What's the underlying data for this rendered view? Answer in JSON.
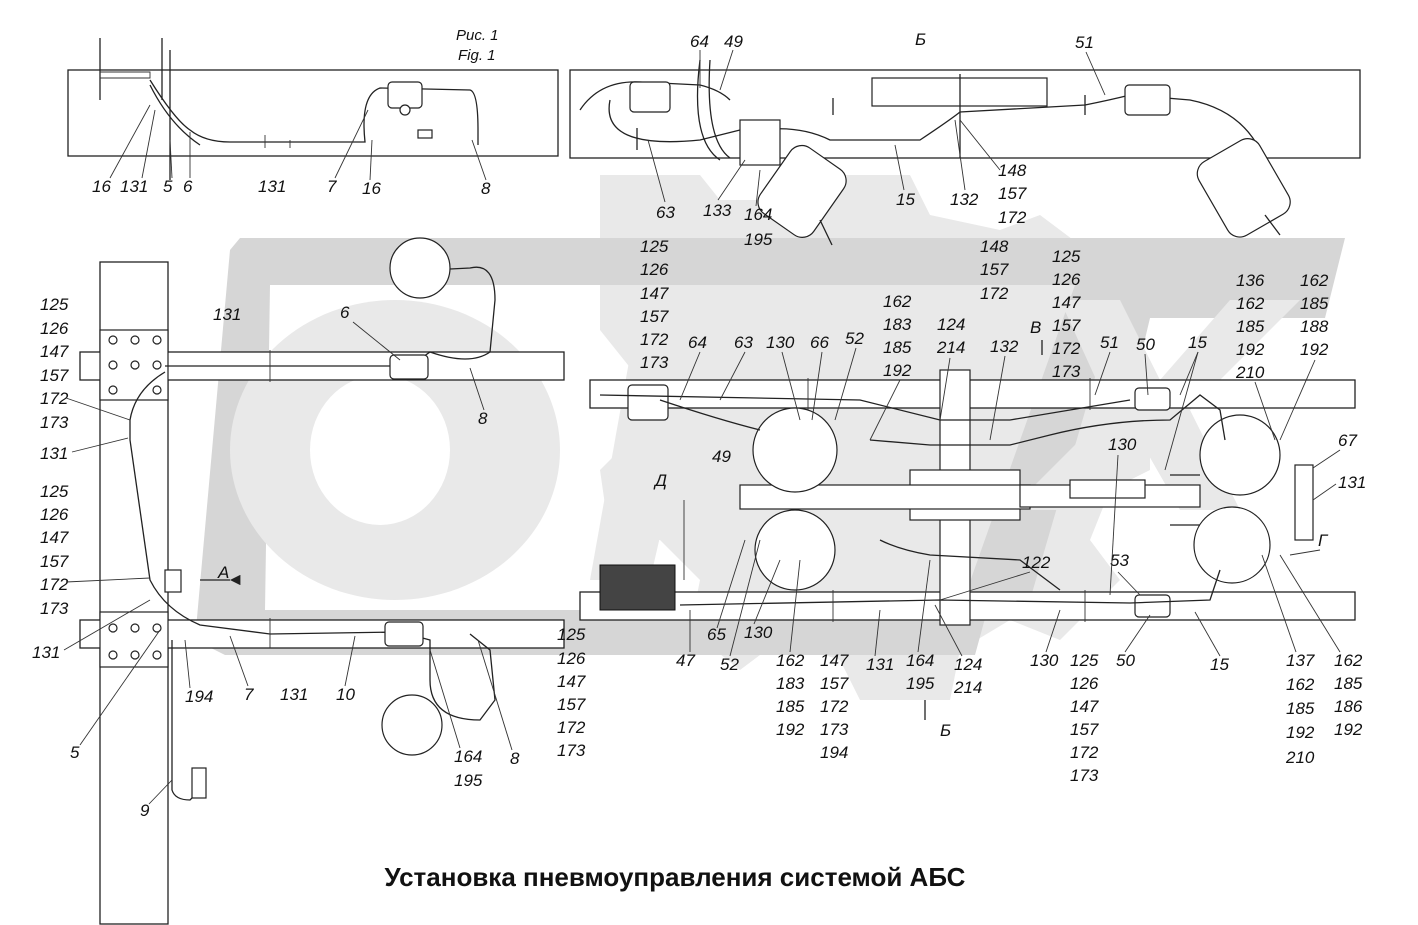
{
  "figure": {
    "label_ru": "Рис. 1",
    "label_en": "Fig. 1"
  },
  "caption": "Установка пневмоуправления системой АБС",
  "watermark": {
    "text": "OPEX",
    "color": "#d6d6d6"
  },
  "views": {
    "b_top": "Б",
    "b_bottom": "Б",
    "a": "А",
    "v": "В",
    "g": "Г",
    "d": "Д"
  },
  "labels_top_left": [
    "16",
    "131",
    "5",
    "6",
    "131",
    "7",
    "16",
    "8"
  ],
  "labels_top_right": [
    "64",
    "49",
    "51",
    "63",
    "133",
    "164",
    "195",
    "15",
    "132",
    "148",
    "157",
    "172"
  ],
  "labels_left": {
    "stack_a": [
      "125",
      "126",
      "147",
      "157",
      "172",
      "173"
    ],
    "item_131_a": "131",
    "stack_b": [
      "125",
      "126",
      "147",
      "157",
      "172",
      "173"
    ],
    "item_131_b": "131",
    "item_131_c": "131",
    "item_6": "6",
    "item_8": "8",
    "item_5": "5",
    "item_194": "194",
    "item_7": "7",
    "item_131_d": "131",
    "item_10": "10",
    "item_164": "164",
    "item_195": "195",
    "item_8b": "8",
    "item_9": "9"
  },
  "labels_main": {
    "stack_c": [
      "125",
      "126",
      "147",
      "157",
      "172",
      "173"
    ],
    "item_64": "64",
    "item_63": "63",
    "item_130": "130",
    "item_66": "66",
    "item_52": "52",
    "stack_d": [
      "162",
      "183",
      "185",
      "192"
    ],
    "stack_e": [
      "124",
      "214"
    ],
    "stack_f": [
      "148",
      "157",
      "172"
    ],
    "item_132": "132",
    "stack_g": [
      "125",
      "126",
      "147",
      "157",
      "172",
      "173"
    ],
    "item_51": "51",
    "item_50": "50",
    "item_15": "15",
    "stack_h": [
      "136",
      "162",
      "185",
      "192",
      "210"
    ],
    "stack_i": [
      "162",
      "185",
      "188",
      "192"
    ],
    "item_67": "67",
    "item_131r": "131",
    "item_49": "49",
    "item_130b": "130",
    "item_122": "122",
    "item_53": "53",
    "stack_j": [
      "125",
      "126",
      "147",
      "157",
      "172",
      "173"
    ],
    "item_47": "47",
    "item_65": "65",
    "item_52b": "52",
    "item_130c": "130",
    "stack_k": [
      "162",
      "183",
      "185",
      "192"
    ],
    "stack_l": [
      "147",
      "157",
      "172",
      "173",
      "194"
    ],
    "item_131b": "131",
    "stack_m": [
      "164",
      "195"
    ],
    "stack_n": [
      "124",
      "214"
    ],
    "item_130d": "130",
    "stack_o": [
      "125",
      "126",
      "147",
      "157",
      "172",
      "173"
    ],
    "item_50b": "50",
    "item_15b": "15",
    "stack_p": [
      "137",
      "162",
      "185",
      "192",
      "210"
    ],
    "stack_q": [
      "162",
      "185",
      "186",
      "192"
    ]
  }
}
